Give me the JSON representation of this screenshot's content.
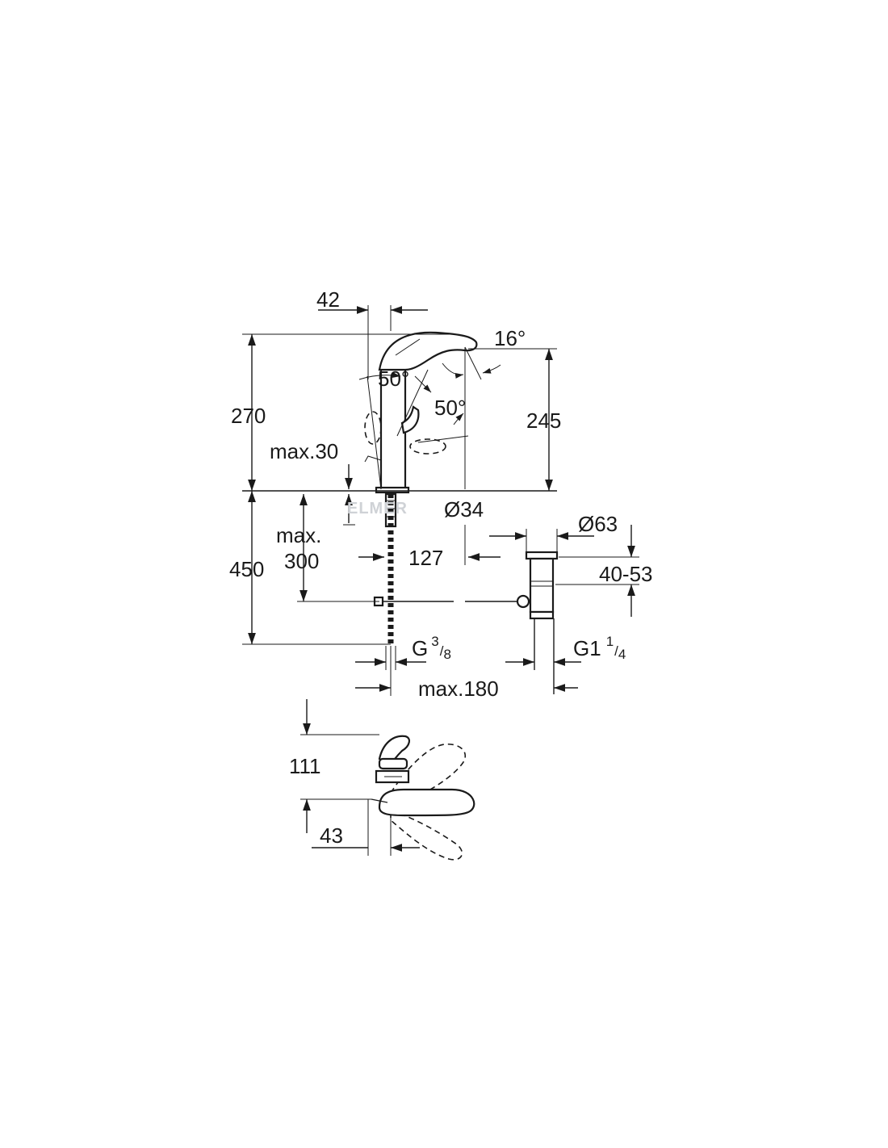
{
  "watermark": "ELMER",
  "dimensions": {
    "top_width": "42",
    "spout_angle": "16°",
    "lever_angle_left": "50°",
    "lever_angle_right": "50°",
    "total_height": "270",
    "spout_height": "245",
    "max_deck": "max.30",
    "base_diameter": "Ø34",
    "max_below": "max.",
    "max_below_value": "300",
    "below_height": "450",
    "waste_offset": "127",
    "waste_diameter": "Ø63",
    "waste_range": "40-53",
    "supply_thread_main": "G",
    "supply_thread_num": "3",
    "supply_thread_den": "8",
    "waste_thread_main": "G1",
    "waste_thread_num": "1",
    "waste_thread_den": "4",
    "max_waste_reach": "max.180",
    "top_view_height": "111",
    "top_view_width": "43"
  }
}
